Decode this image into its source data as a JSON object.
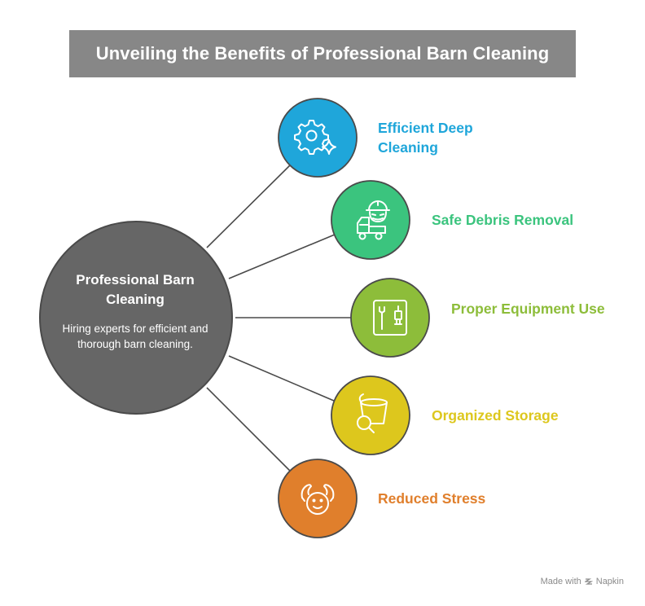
{
  "title": "Unveiling the Benefits of Professional Barn Cleaning",
  "center": {
    "title": "Professional Barn Cleaning",
    "description": "Hiring experts for efficient and thorough barn cleaning.",
    "color": "#666666"
  },
  "benefits": [
    {
      "label": "Efficient Deep Cleaning",
      "color": "#1FA6DA",
      "icon": "gear-sparkle-icon"
    },
    {
      "label": "Safe Debris Removal",
      "color": "#3BC47E",
      "icon": "worker-truck-icon"
    },
    {
      "label": "Proper Equipment Use",
      "color": "#8DBD3A",
      "icon": "tools-panel-icon"
    },
    {
      "label": "Organized Storage",
      "color": "#DDC71D",
      "icon": "bucket-search-icon"
    },
    {
      "label": "Reduced Stress",
      "color": "#E07F2C",
      "icon": "calm-face-icon"
    }
  ],
  "footer": {
    "made_with": "Made with",
    "brand": "Napkin"
  }
}
